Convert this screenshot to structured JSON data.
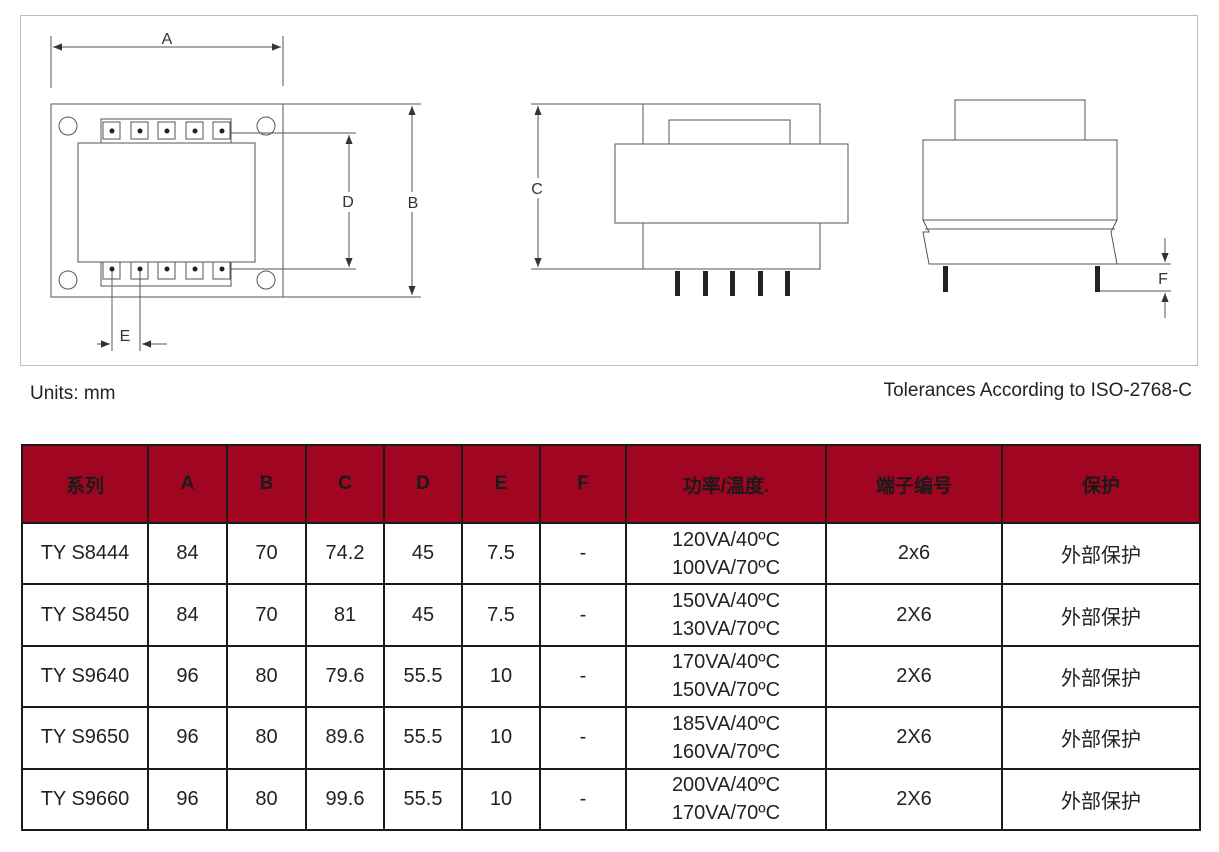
{
  "drawing": {
    "labels": {
      "A": "A",
      "B": "B",
      "C": "C",
      "D": "D",
      "E": "E",
      "F": "F"
    }
  },
  "notes": {
    "units": "Units: mm",
    "tolerances": "Tolerances According to ISO-2768-C"
  },
  "table": {
    "headers": [
      "系列",
      "A",
      "B",
      "C",
      "D",
      "E",
      "F",
      "功率/温度.",
      "端子编号",
      "保护"
    ],
    "rows": [
      {
        "series": "TY S8444",
        "a": "84",
        "b": "70",
        "c": "74.2",
        "d": "45",
        "e": "7.5",
        "f": "-",
        "power1": "120VA/40ºC",
        "power2": "100VA/70ºC",
        "terminals": "2x6",
        "protection": "外部保护"
      },
      {
        "series": "TY S8450",
        "a": "84",
        "b": "70",
        "c": "81",
        "d": "45",
        "e": "7.5",
        "f": "-",
        "power1": "150VA/40ºC",
        "power2": "130VA/70ºC",
        "terminals": "2X6",
        "protection": "外部保护"
      },
      {
        "series": "TY S9640",
        "a": "96",
        "b": "80",
        "c": "79.6",
        "d": "55.5",
        "e": "10",
        "f": "-",
        "power1": "170VA/40ºC",
        "power2": "150VA/70ºC",
        "terminals": "2X6",
        "protection": "外部保护"
      },
      {
        "series": "TY S9650",
        "a": "96",
        "b": "80",
        "c": "89.6",
        "d": "55.5",
        "e": "10",
        "f": "-",
        "power1": "185VA/40ºC",
        "power2": "160VA/70ºC",
        "terminals": "2X6",
        "protection": "外部保护"
      },
      {
        "series": "TY S9660",
        "a": "96",
        "b": "80",
        "c": "99.6",
        "d": "55.5",
        "e": "10",
        "f": "-",
        "power1": "200VA/40ºC",
        "power2": "170VA/70ºC",
        "terminals": "2X6",
        "protection": "外部保护"
      }
    ]
  }
}
